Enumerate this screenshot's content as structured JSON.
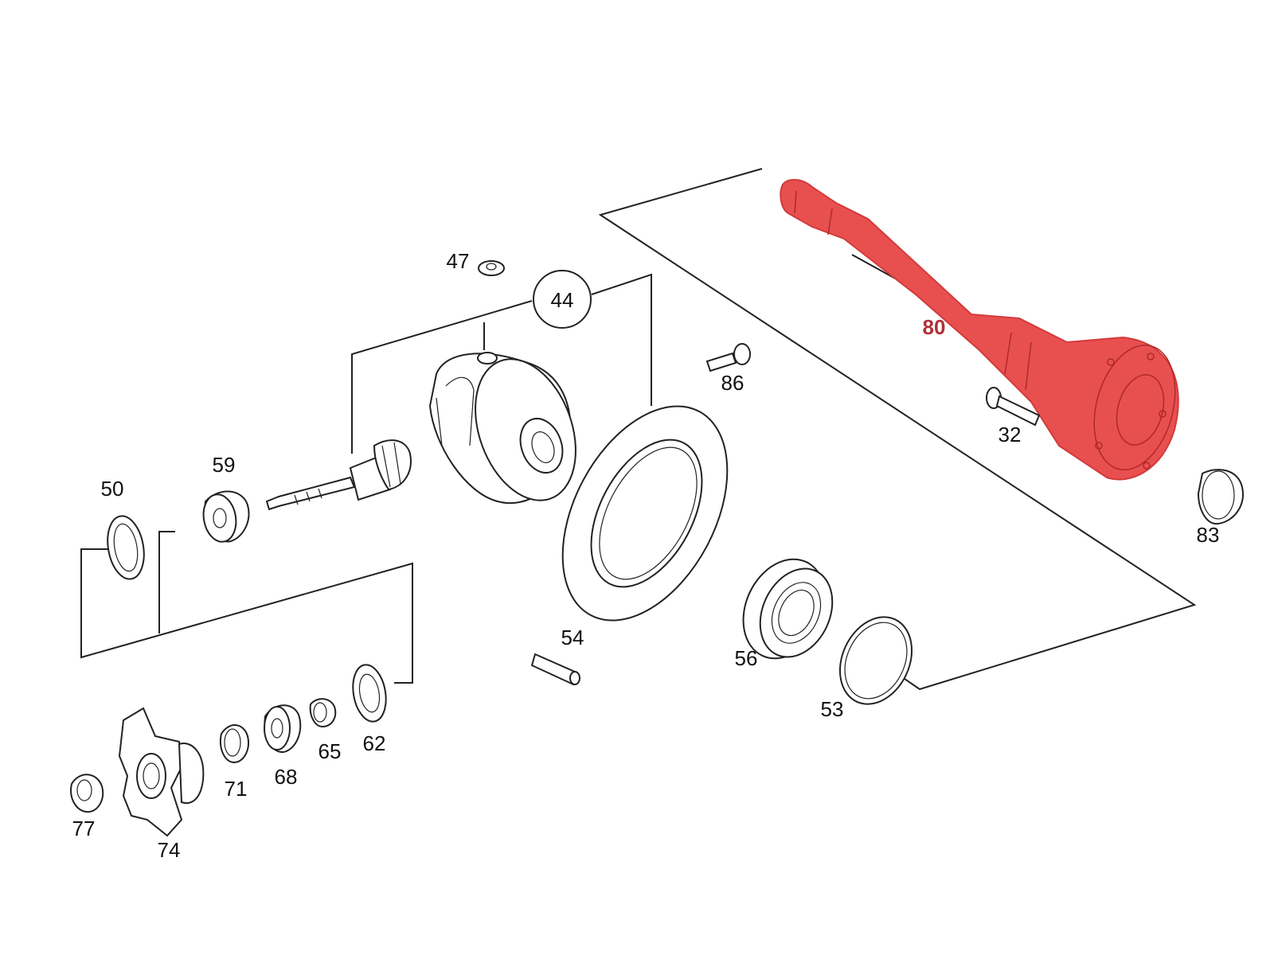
{
  "diagram": {
    "highlight_color": "#e85050",
    "line_color": "#222222",
    "parts": {
      "p44": "44",
      "p47": "47",
      "p50": "50",
      "p59": "59",
      "p86": "86",
      "p80": "80",
      "p32": "32",
      "p83": "83",
      "p54": "54",
      "p56": "56",
      "p53": "53",
      "p62": "62",
      "p65": "65",
      "p68": "68",
      "p71": "71",
      "p77": "77",
      "p74": "74"
    }
  }
}
